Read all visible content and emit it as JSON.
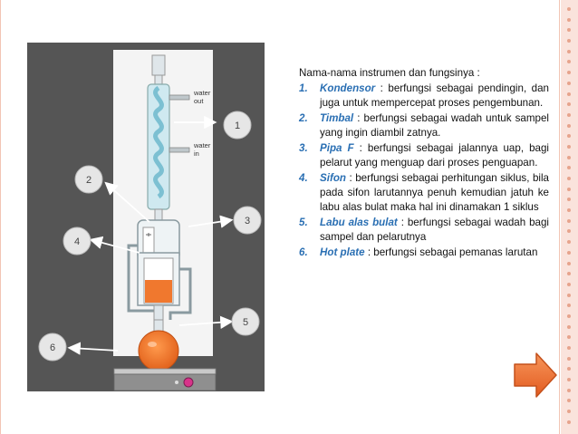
{
  "theme": {
    "accent": "#2a6fb3",
    "panel": "#555555",
    "arrow": "#f07a3c"
  },
  "diagram": {
    "water_out": [
      "water",
      "out"
    ],
    "water_in": [
      "water",
      "in"
    ],
    "callouts": [
      "1",
      "2",
      "3",
      "4",
      "5",
      "6"
    ]
  },
  "text": {
    "heading": "Nama-nama instrumen dan fungsinya :",
    "items": [
      {
        "num": "1.",
        "term": "Kondensor",
        "desc": " : berfungsi sebagai pendingin, dan juga untuk mempercepat proses pengembunan."
      },
      {
        "num": "2.",
        "term": "Timbal",
        "desc": " : berfungsi sebagai wadah untuk sampel yang ingin diambil zatnya."
      },
      {
        "num": "3.",
        "term": "Pipa F",
        "desc": " : berfungsi sebagai jalannya uap, bagi pelarut yang menguap dari proses penguapan."
      },
      {
        "num": "4.",
        "term": "Sifon",
        "desc": " : berfungsi sebagai perhitungan siklus, bila pada sifon larutannya penuh kemudian jatuh ke labu alas bulat maka hal ini dinamakan 1 siklus"
      },
      {
        "num": "5.",
        "term": "Labu alas bulat",
        "desc": " : berfungsi sebagai wadah bagi sampel dan pelarutnya"
      },
      {
        "num": "6.",
        "term": "Hot plate",
        "desc": " : berfungsi sebagai pemanas larutan"
      }
    ]
  },
  "nav": {
    "next_icon": "arrow-right-icon"
  }
}
